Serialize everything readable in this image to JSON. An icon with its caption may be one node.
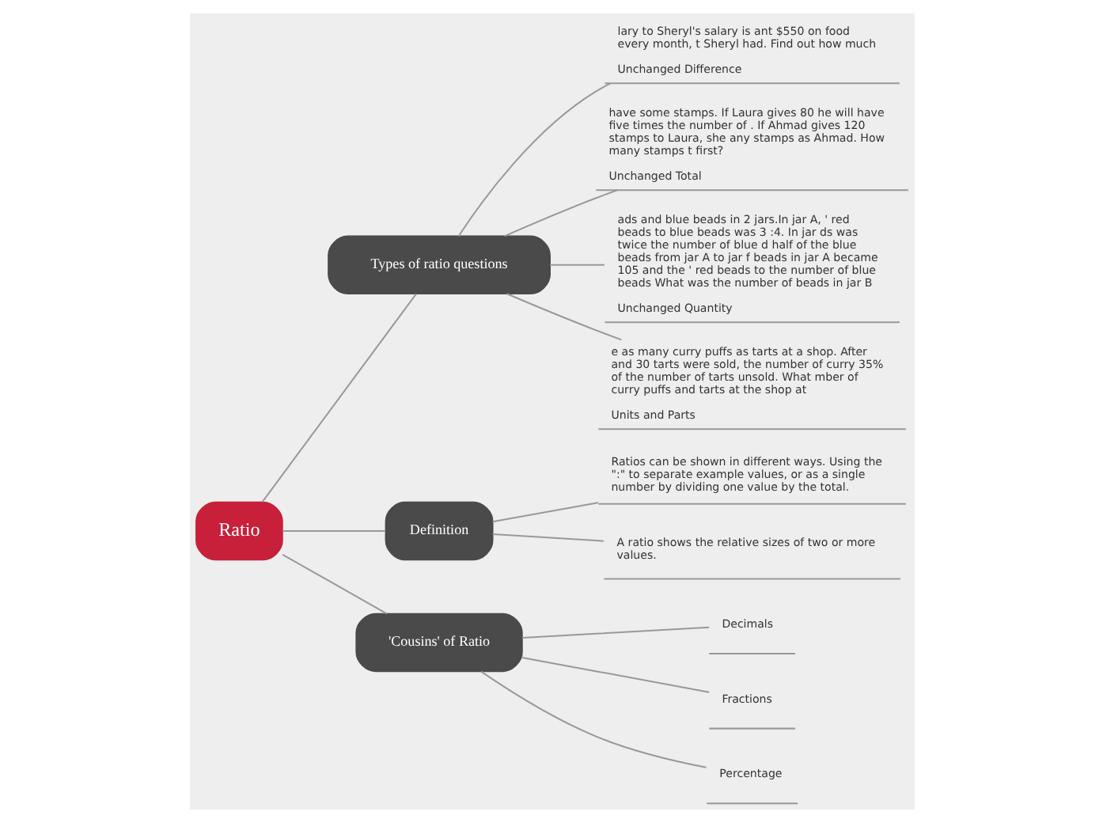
{
  "diagram": {
    "nodes": [
      {
        "text": [
          "Ratio"
        ]
      },
      {
        "text": [
          "Types of ratio questions"
        ]
      },
      {
        "text": [
          "lary to Sheryl's salary is ant $550 on food every month, t Sheryl had. Find out how much",
          "Unchanged Difference"
        ]
      },
      {
        "text": [
          "have some stamps. If Laura gives 80 he will have five times the number of . If Ahmad gives 120 stamps to Laura, she any stamps as Ahmad. How many stamps t first?",
          "Unchanged Total"
        ]
      },
      {
        "text": [
          "ads and blue beads in 2 jars.In jar A, ' red beads to blue beads was 3 :4. In jar ds was twice the number of blue d half of the blue beads from jar A to jar f beads in jar A became 105 and the ' red beads to the number of blue beads What was the number of beads in jar B",
          "Unchanged Quantity"
        ]
      },
      {
        "text": [
          "e as many curry puffs as tarts at a shop. After and 30 tarts were sold, the number of curry 35% of the number of tarts unsold. What mber of curry puffs and tarts at the shop at",
          "Units and Parts"
        ]
      },
      {
        "text": [
          "Definition"
        ]
      },
      {
        "text": [
          "Ratios can be shown in different ways. Using the \":\" to separate example values, or as a single number by dividing one value by the total."
        ]
      },
      {
        "text": [
          "A ratio shows the relative sizes of two or more values."
        ]
      },
      {
        "text": [
          "'Cousins' of Ratio"
        ]
      },
      {
        "text": [
          "Decimals"
        ]
      },
      {
        "text": [
          "Fractions"
        ]
      },
      {
        "text": [
          "Percentage"
        ]
      }
    ],
    "edges": [
      {
        "from": 0,
        "to": 1,
        "arrow": "none"
      },
      {
        "from": 1,
        "to": 2,
        "arrow": "none"
      },
      {
        "from": 1,
        "to": 3,
        "arrow": "none"
      },
      {
        "from": 1,
        "to": 4,
        "arrow": "none"
      },
      {
        "from": 1,
        "to": 5,
        "arrow": "none"
      },
      {
        "from": 0,
        "to": 6,
        "arrow": "none"
      },
      {
        "from": 6,
        "to": 7,
        "arrow": "none"
      },
      {
        "from": 6,
        "to": 8,
        "arrow": "none"
      },
      {
        "from": 0,
        "to": 9,
        "arrow": "none"
      },
      {
        "from": 9,
        "to": 10,
        "arrow": "none"
      },
      {
        "from": 9,
        "to": 11,
        "arrow": "none"
      },
      {
        "from": 9,
        "to": 12,
        "arrow": "none"
      }
    ]
  }
}
